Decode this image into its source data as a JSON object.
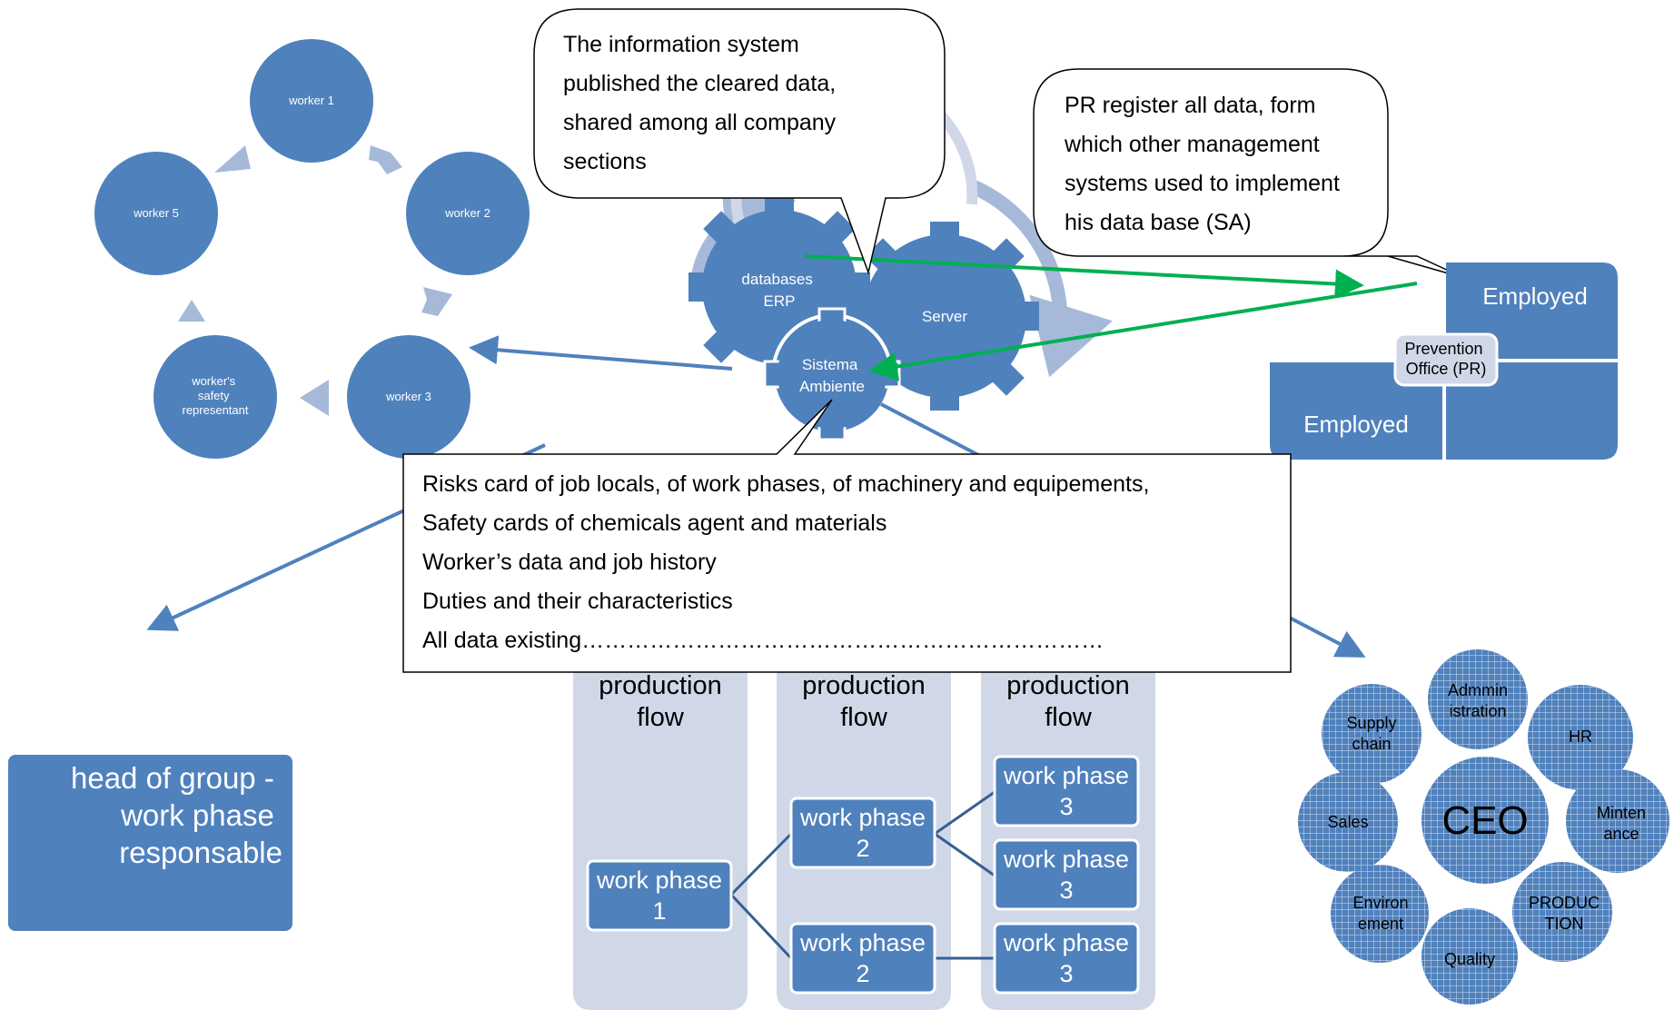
{
  "colors": {
    "blue": "#4F81BD",
    "light_blue": "#A7B9D9",
    "pale_blue": "#D0D8E8",
    "green": "#00B050",
    "white": "#ffffff",
    "black": "#000000"
  },
  "worker_cycle": {
    "workers": [
      "worker 1",
      "worker 2",
      "worker 3",
      "worker's safety representant",
      "worker 5"
    ]
  },
  "gears": {
    "databases": "databases ERP",
    "server": "Server",
    "sistema": "Sistema Ambiente"
  },
  "callout_info_system": {
    "lines": [
      "The information system",
      "published the cleared data,",
      "shared among all company",
      "sections"
    ]
  },
  "callout_pr": {
    "lines": [
      "PR register all data, form",
      "which other management",
      "systems used to implement",
      "his data base (SA)"
    ]
  },
  "prevention_office": {
    "top_label": "Employed",
    "bottom_label": "Employed",
    "center_label": "Prevention Office (PR)"
  },
  "risks_box": {
    "lines": [
      "Risks card of job locals, of work phases, of machinery and equipements,",
      "Safety cards of chemicals agent and materials",
      "Worker’s data and job history",
      "Duties and their characteristics",
      "All data existing……………………………………………………………"
    ]
  },
  "head_of_group": {
    "lines": [
      "head of group -",
      "work phase",
      "responsable"
    ]
  },
  "production_flow": {
    "columns": [
      "production flow",
      "production flow",
      "production flow"
    ],
    "phases": {
      "col1": [
        "work phase 1"
      ],
      "col2": [
        "work phase 2",
        "work phase 2"
      ],
      "col3": [
        "work phase 3",
        "work phase 3",
        "work phase 3"
      ]
    }
  },
  "org_cluster": {
    "center": "CEO",
    "departments": [
      "Admministration",
      "HR",
      "Mintenance",
      "PRODUCTION",
      "Quality",
      "Environement",
      "Sales",
      "Supply chain"
    ]
  }
}
